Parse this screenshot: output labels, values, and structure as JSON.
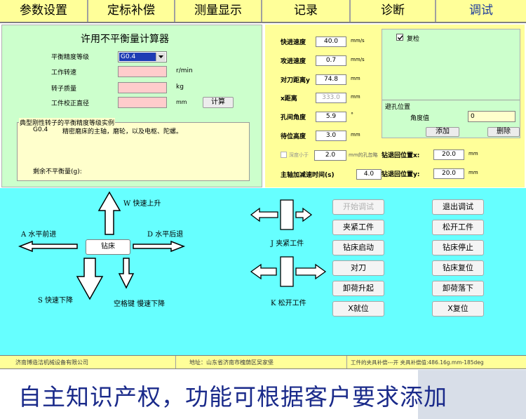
{
  "menu": {
    "tabs": [
      {
        "label": "参数设置"
      },
      {
        "label": "定标补偿"
      },
      {
        "label": "测量显示"
      },
      {
        "label": "记录"
      },
      {
        "label": "诊断"
      },
      {
        "label": "调试"
      }
    ],
    "active_tab": "调试"
  },
  "calculator": {
    "title": "许用不平衡量计算器",
    "grade_label": "平衡精度等级",
    "grade_value": "G0.4",
    "speed_label": "工作转速",
    "speed_unit": "r/min",
    "mass_label": "转子质量",
    "mass_unit": "kg",
    "diameter_label": "工件校正直径",
    "diameter_unit": "mm",
    "calc_button": "计算",
    "examples_legend": "典型刚性转子的平衡精度等级实例",
    "example_grade": "G0.4",
    "example_text": "精密磨床的主轴，磨轮，以及电枢、陀螺。",
    "residual_label": "剩余不平衡量(g):"
  },
  "settings": {
    "rapid_speed": {
      "label": "快进速度",
      "value": "40.0",
      "unit": "mm/s"
    },
    "feed_speed": {
      "label": "攻进速度",
      "value": "0.7",
      "unit": "mm/s"
    },
    "tool_distance_y": {
      "label": "对刀距离y",
      "value": "74.8",
      "unit": "mm"
    },
    "x_distance": {
      "label": "x距离",
      "value": "333.0",
      "unit": "mm"
    },
    "hole_angle": {
      "label": "孔间角度",
      "value": "5.9",
      "unit": "°"
    },
    "standby_height": {
      "label": "待位高度",
      "value": "3.0",
      "unit": "mm"
    },
    "depth_check": {
      "label": "深度小于",
      "value": "2.0",
      "suffix": "mm的孔忽略"
    },
    "spindle_ramp": {
      "label": "主轴加减速时间(s)",
      "value": "4.0"
    },
    "drill_retract_x": {
      "label": "钻退回位置x:",
      "value": "20.0",
      "unit": "mm"
    },
    "drill_retract_y": {
      "label": "钻退回位置y:",
      "value": "20.0",
      "unit": "mm"
    },
    "recheck_label": "复检",
    "avoid_hole": {
      "legend": "避孔位置",
      "angle_label": "角度值",
      "angle_value": "0",
      "add_button": "添加",
      "delete_button": "删除"
    }
  },
  "jog": {
    "up_label": "W 快速上升",
    "left_label": "A 水平前进",
    "right_label": "D 水平后退",
    "down_label": "S 快速下降",
    "space_label": "空格键 慢速下降",
    "center_label": "钻床",
    "clamp_label": "J 夹紧工件",
    "release_label": "K 松开工件"
  },
  "buttons": {
    "left_column": [
      "开始调试",
      "夹紧工件",
      "钻床启动",
      "对刀",
      "卸荷升起",
      "X就位"
    ],
    "right_column": [
      "退出调试",
      "松开工件",
      "钻床停止",
      "钻床复位",
      "卸荷落下",
      "X复位"
    ]
  },
  "status": {
    "company": "济南博造洁机械设备有限公司",
    "address": "地址：山东省济南市槐荫区吴家堡",
    "fixture": "工件的夹具补偿---开  夹具补偿值:486.16g.mm-185deg"
  },
  "banner": {
    "text": "自主知识产权，功能可根据客户要求添加"
  },
  "colors": {
    "menu_bg": "#ffff99",
    "calc_bg": "#ccffcc",
    "jog_bg": "#66ffff",
    "field_bg": "#ffcccc",
    "active_tab": "#1e3c9c"
  }
}
